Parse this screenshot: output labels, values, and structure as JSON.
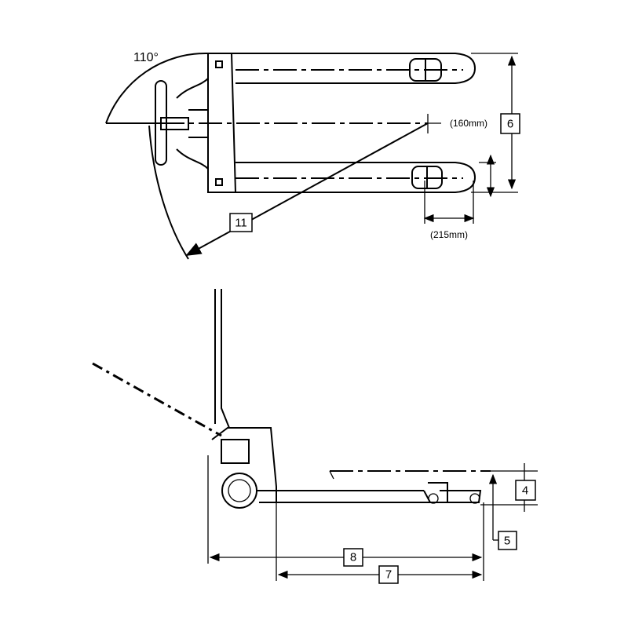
{
  "top_view": {
    "angle_label": "110°",
    "center_dim_label": "(160mm)",
    "width_callout": "6",
    "radius_callout": "11",
    "wheel_dim_label": "(215mm)"
  },
  "side_view": {
    "lift_callout": "4",
    "lowered_callout": "5",
    "overall_length_callout": "8",
    "fork_length_callout": "7"
  }
}
